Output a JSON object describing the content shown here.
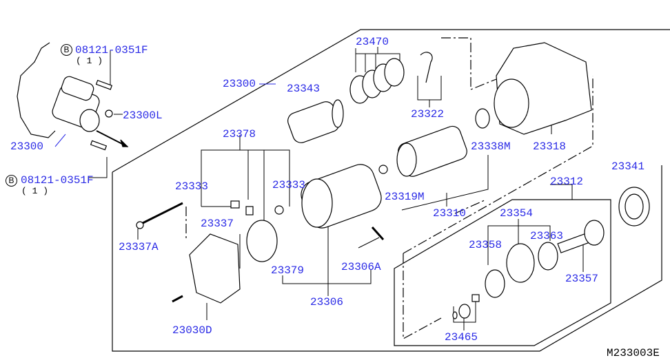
{
  "diagram_code": "M233003E",
  "bolt_mark": "B",
  "bolt_top": {
    "part_no": "08121-0351F",
    "qty": "( 1 )"
  },
  "bolt_bottom": {
    "part_no": "08121-0351F",
    "qty": "( 1 )"
  },
  "labels": {
    "p23300L": "23300L",
    "p23300_left": "23300",
    "p23300_top": "23300",
    "p23343": "23343",
    "p23470": "23470",
    "p23322": "23322",
    "p23378": "23378",
    "p23333_a": "23333",
    "p23333_b": "23333",
    "p23338M": "23338M",
    "p23318": "23318",
    "p23341": "23341",
    "p23312": "23312",
    "p23319M": "23319M",
    "p23310": "23310",
    "p23354": "23354",
    "p23337": "23337",
    "p23337A": "23337A",
    "p23363": "23363",
    "p23358": "23358",
    "p23357": "23357",
    "p23379": "23379",
    "p23306A": "23306A",
    "p23306": "23306",
    "p23030D": "23030D",
    "p23465": "23465"
  },
  "colors": {
    "label": "#2a2ae6",
    "line": "#000000"
  }
}
